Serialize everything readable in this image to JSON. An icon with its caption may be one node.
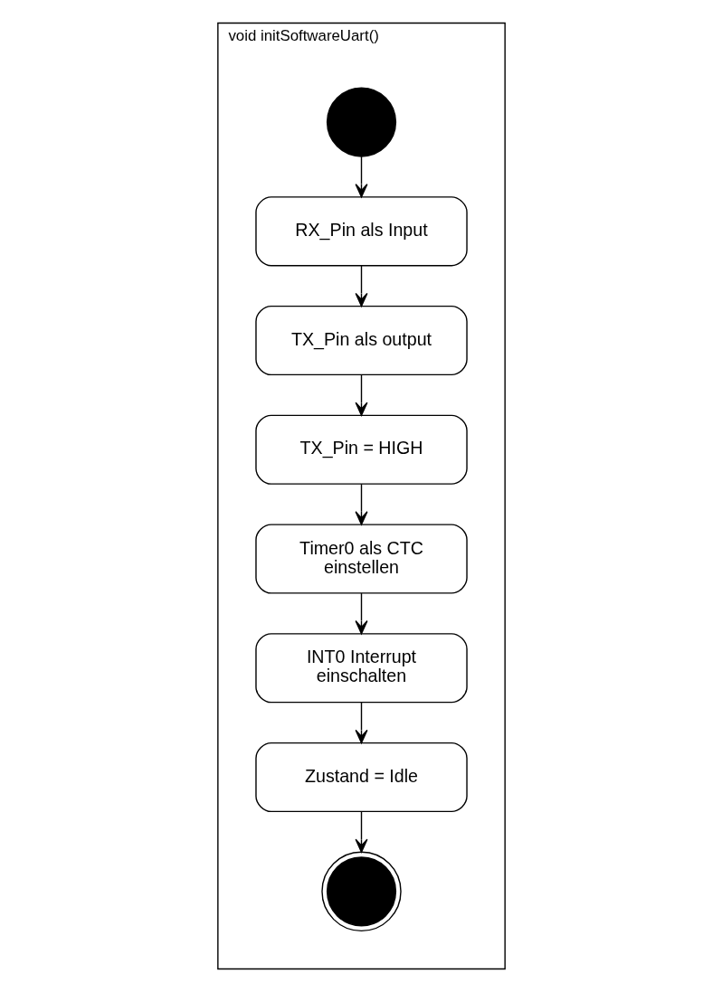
{
  "diagram": {
    "nodes": [
      {
        "text": [
          "void initSoftwareUart()"
        ]
      },
      {
        "text": [],
        "shape": "circle",
        "in": 0
      },
      {
        "text": [
          "RX_Pin als Input"
        ],
        "in": 0
      },
      {
        "text": [
          "TX_Pin als output"
        ],
        "in": 0
      },
      {
        "text": [
          "TX_Pin = HIGH"
        ],
        "in": 0
      },
      {
        "text": [
          "Timer0 als CTC einstellen"
        ],
        "in": 0
      },
      {
        "text": [
          "INT0 Interrupt einschalten"
        ],
        "in": 0
      },
      {
        "text": [
          "Zustand = Idle"
        ],
        "in": 0
      },
      {
        "text": [],
        "shape": "bullseye",
        "in": 0
      }
    ],
    "edges": [
      {
        "from": 1,
        "to": 2,
        "arrow": "to"
      },
      {
        "from": 2,
        "to": 3,
        "arrow": "to"
      },
      {
        "from": 3,
        "to": 4,
        "arrow": "to"
      },
      {
        "from": 4,
        "to": 5,
        "arrow": "to"
      },
      {
        "from": 5,
        "to": 6,
        "arrow": "to"
      },
      {
        "from": 6,
        "to": 7,
        "arrow": "to"
      },
      {
        "from": 7,
        "to": 8,
        "arrow": "to"
      }
    ]
  }
}
